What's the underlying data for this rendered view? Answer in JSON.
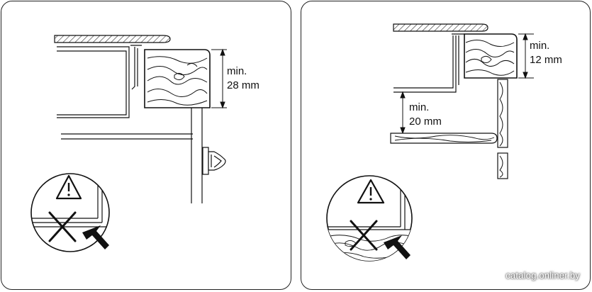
{
  "panels": {
    "left": {
      "dimension": {
        "line1": "min.",
        "line2": "28 mm"
      }
    },
    "right": {
      "dimension_top": {
        "line1": "min.",
        "line2": "12 mm"
      },
      "dimension_bottom": {
        "line1": "min.",
        "line2": "20 mm"
      }
    }
  },
  "watermark": "catalog.onliner.by",
  "icons": [
    "warning-triangle-icon",
    "cross-icon",
    "arrow-icon"
  ]
}
